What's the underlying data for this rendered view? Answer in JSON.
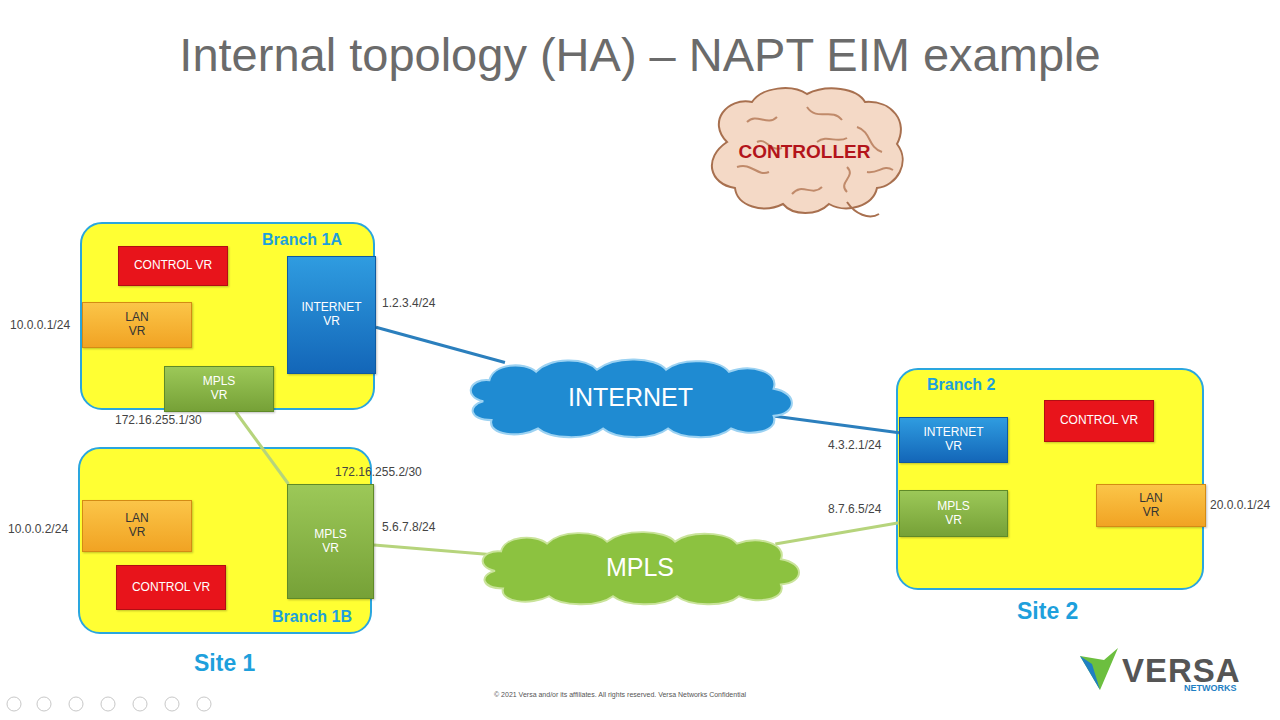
{
  "diagram": {
    "title": "Internal topology (HA) – NAPT EIM example",
    "nodes": [
      {
        "text": [
          "Branch 1A"
        ]
      },
      {
        "text": [
          "CONTROL VR"
        ],
        "in": 0
      },
      {
        "text": [
          "LAN VR"
        ],
        "in": 0
      },
      {
        "text": [
          "INTERNET VR"
        ],
        "in": 0
      },
      {
        "text": [
          "MPLS VR"
        ],
        "in": 0
      },
      {
        "text": [
          "Branch 1B"
        ]
      },
      {
        "text": [
          "LAN VR"
        ],
        "in": 5
      },
      {
        "text": [
          "CONTROL VR"
        ],
        "in": 5
      },
      {
        "text": [
          "MPLS VR"
        ],
        "in": 5
      },
      {
        "text": [
          "INTERNET"
        ]
      },
      {
        "text": [
          "MPLS"
        ]
      },
      {
        "text": [
          "Branch 2"
        ]
      },
      {
        "text": [
          "INTERNET VR"
        ],
        "in": 11
      },
      {
        "text": [
          "CONTROL VR"
        ],
        "in": 11
      },
      {
        "text": [
          "MPLS VR"
        ],
        "in": 11
      },
      {
        "text": [
          "LAN VR"
        ],
        "in": 11
      },
      {
        "text": [
          "CONTROLLER"
        ]
      }
    ],
    "edges": [
      {
        "from": 3,
        "to": 9,
        "arrow": "none"
      },
      {
        "from": 9,
        "to": 12,
        "arrow": "none"
      },
      {
        "from": 4,
        "to": 8,
        "arrow": "none"
      },
      {
        "from": 8,
        "to": 10,
        "arrow": "none"
      },
      {
        "from": 10,
        "to": 14,
        "arrow": "none"
      }
    ],
    "labels": [
      "10.0.0.1/24",
      "1.2.3.4/24",
      "172.16.255.1/30",
      "172.16.255.2/30",
      "10.0.0.2/24",
      "5.6.7.8/24",
      "4.3.2.1/24",
      "8.7.6.5/24",
      "20.0.0.1/24",
      "Site 1",
      "Site 2",
      "© 2021 Versa and/or its affiliates. All rights reserved.   Versa Networks Confidential",
      "VERSA",
      "NETWORKS"
    ]
  }
}
